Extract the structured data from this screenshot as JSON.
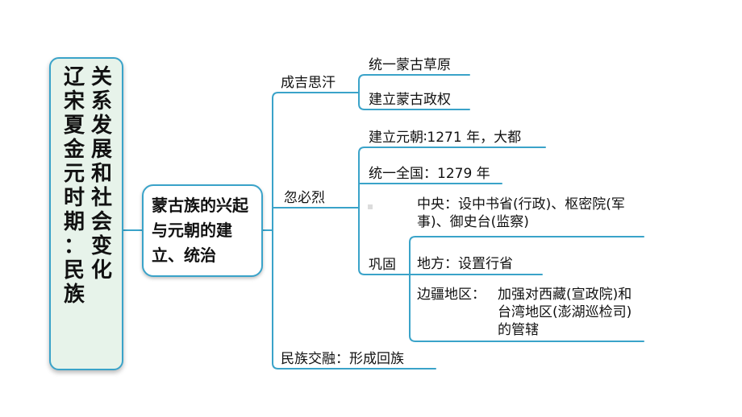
{
  "title_box": {
    "col1": [
      "辽",
      "宋",
      "夏",
      "金",
      "元",
      "时",
      "期",
      "：",
      "民",
      "族"
    ],
    "col2": [
      "关",
      "系",
      "发",
      "展",
      "和",
      "社",
      "会",
      "变",
      "化"
    ]
  },
  "center_topic": "蒙古族的兴起与元朝的建立、统治",
  "branches": {
    "genghis": {
      "label": "成吉思汗",
      "children": [
        "统一蒙古草原",
        "建立蒙古政权"
      ]
    },
    "kublai": {
      "label": "忽必烈",
      "children": [
        "建立元朝∶1271 年，大都",
        "统一全国：1279 年"
      ],
      "consolidate": {
        "label": "巩固",
        "central": "中央：设中书省(行政)、枢密院(军事)、御史台(监察)",
        "local": "地方：设置行省",
        "frontier_label": "边疆地区：",
        "frontier_text": "加强对西藏(宣政院)和台湾地区(澎湖巡检司)的管辖"
      }
    },
    "ethnic": {
      "label": "民族交融：形成回族"
    }
  },
  "colors": {
    "line": "#3aa3c9",
    "title_fill": "#e7f3ea"
  }
}
